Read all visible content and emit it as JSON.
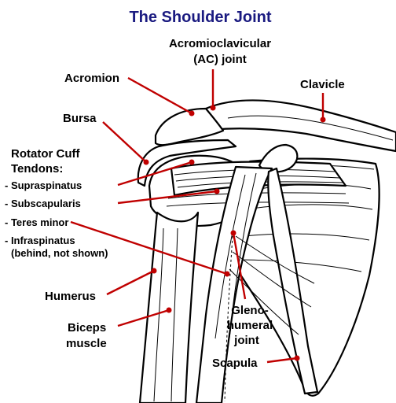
{
  "title": "The Shoulder Joint",
  "labels": {
    "ac_joint_line1": "Acromioclavicular",
    "ac_joint_line2": "(AC) joint",
    "acromion": "Acromion",
    "clavicle": "Clavicle",
    "bursa": "Bursa",
    "rotator_line1": "Rotator Cuff",
    "rotator_line2": "Tendons:",
    "supraspinatus": "- Supraspinatus",
    "subscapularis": "- Subscapularis",
    "teres_minor": "- Teres minor",
    "infraspinatus_line1": "- Infraspinatus",
    "infraspinatus_line2": "(behind, not shown)",
    "humerus": "Humerus",
    "biceps_line1": "Biceps",
    "biceps_line2": "muscle",
    "gleno_line1": "Gleno-",
    "gleno_line2": "humeral",
    "gleno_line3": "joint",
    "scapula": "Scapula"
  },
  "colors": {
    "title": "#1a1a80",
    "leader": "#c00000",
    "outline": "#000000",
    "background": "#ffffff"
  }
}
